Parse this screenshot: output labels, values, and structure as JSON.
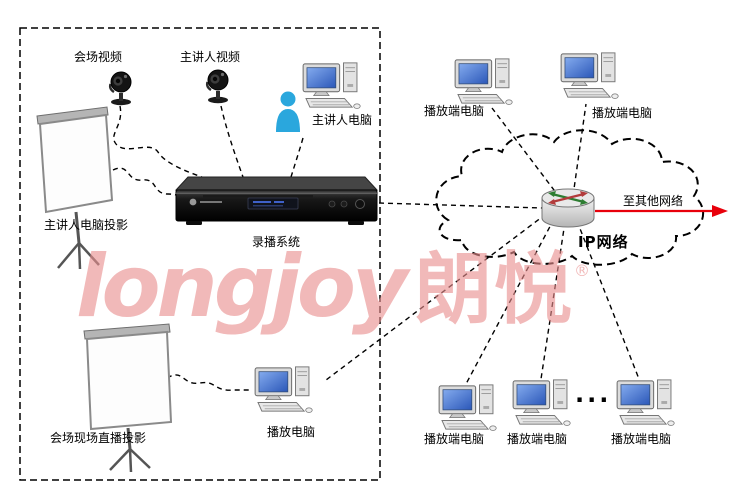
{
  "watermark": {
    "latin": "longjoy",
    "cjk": "朗悦",
    "reg": "®"
  },
  "panel": {
    "camera_venue_label": "会场视频",
    "camera_speaker_label": "主讲人视频",
    "speaker_pc_label": "主讲人电脑",
    "speaker_projection_label": "主讲人电脑投影",
    "recorder_label": "录播系统",
    "venue_projection_label": "会场现场直播投影",
    "playback_pc_label": "播放电脑"
  },
  "network": {
    "cloud_label": "IP网络",
    "external_link_label": "至其他网络",
    "ellipsis": "...",
    "clients": [
      {
        "label": "播放端电脑"
      },
      {
        "label": "播放端电脑"
      },
      {
        "label": "播放端电脑"
      },
      {
        "label": "播放端电脑"
      },
      {
        "label": "播放端电脑"
      }
    ]
  },
  "colors": {
    "accent_red": "#e8000b",
    "watermark_pink": "#ea8f8f",
    "screen_blue": "#2b57b8"
  }
}
